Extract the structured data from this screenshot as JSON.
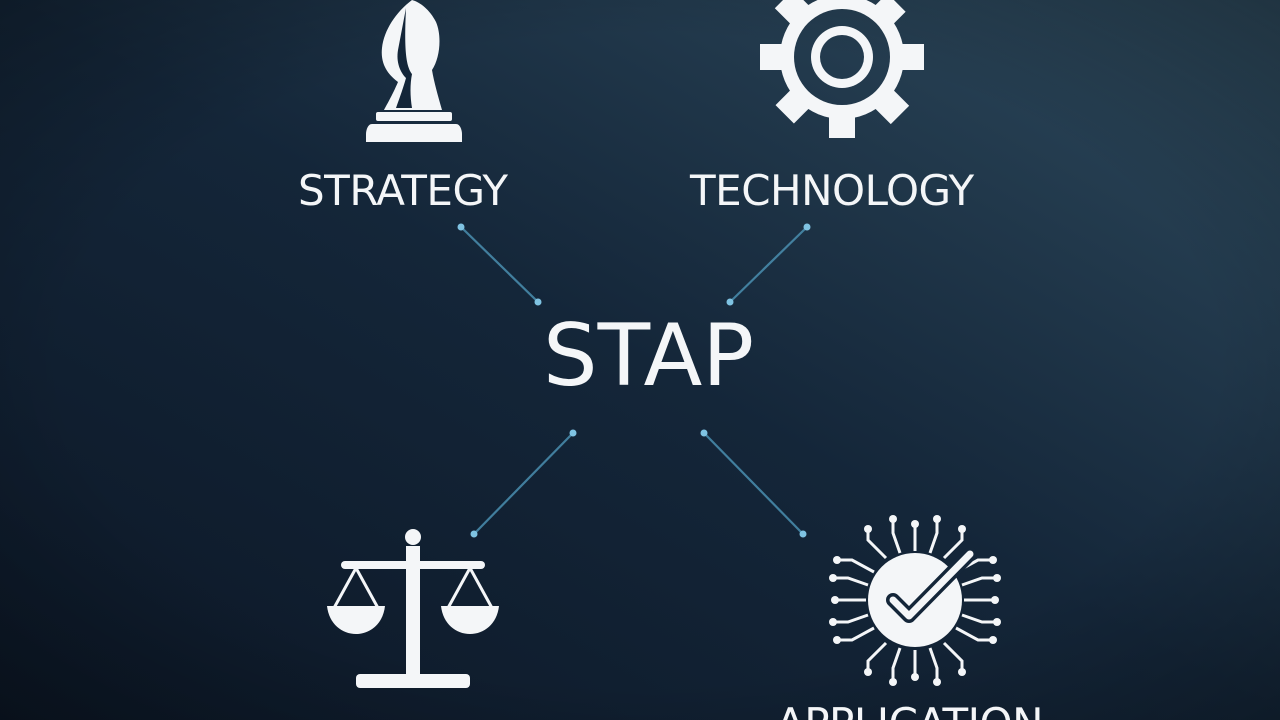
{
  "diagram": {
    "center_label": "STAP",
    "nodes": [
      {
        "id": "strategy",
        "label": "STRATEGY",
        "icon": "chess-bishop-icon"
      },
      {
        "id": "technology",
        "label": "TECHNOLOGY",
        "icon": "gear-icon"
      },
      {
        "id": "governance",
        "label": "",
        "icon": "balance-scale-icon"
      },
      {
        "id": "application",
        "label": "APPLICATION",
        "icon": "chip-checkmark-icon"
      }
    ],
    "connectors": [
      {
        "from": "center",
        "to": "strategy"
      },
      {
        "from": "center",
        "to": "technology"
      },
      {
        "from": "center",
        "to": "governance"
      },
      {
        "from": "center",
        "to": "application"
      }
    ]
  },
  "colors": {
    "background_dark": "#0d1a2a",
    "background_light": "#2c4658",
    "foreground": "#f4f6f8",
    "connector": "#4a8fb0",
    "connector_dot": "#7fc3e2"
  }
}
